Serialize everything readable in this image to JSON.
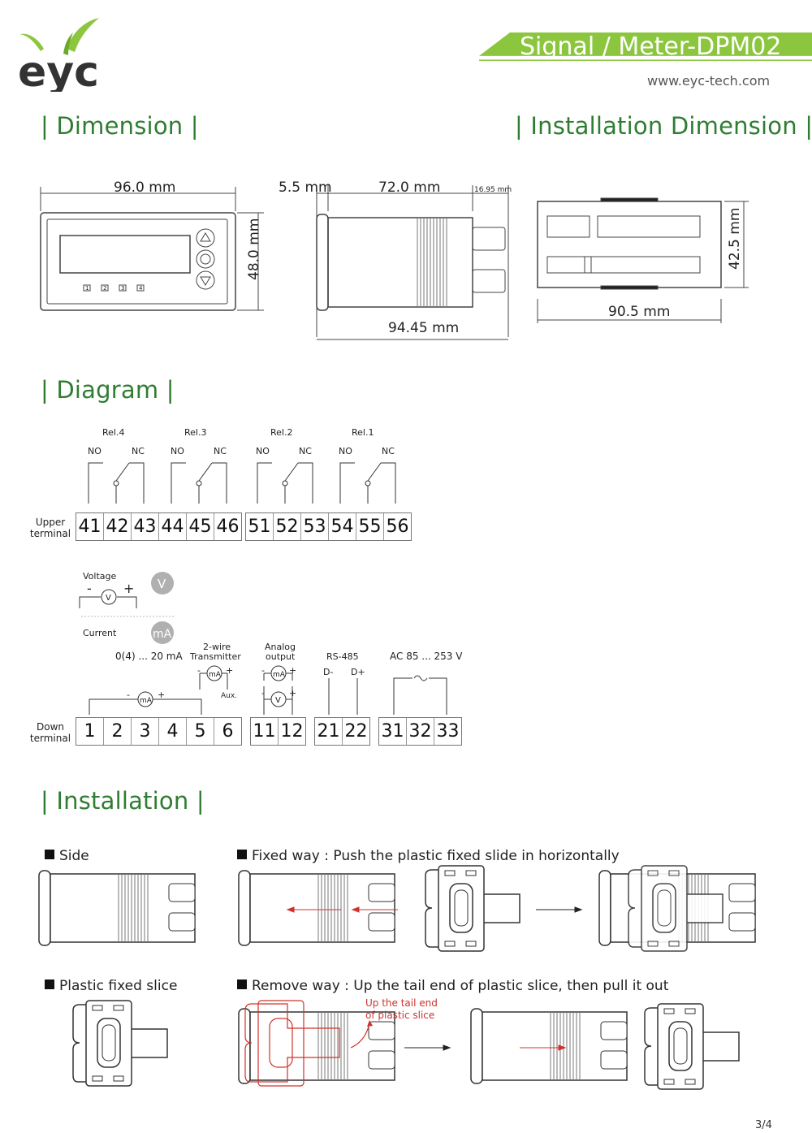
{
  "header": {
    "logo_text": "eyc",
    "title": "Signal / Meter-DPM02",
    "url": "www.eyc-tech.com",
    "colors": {
      "brand_green": "#2f7d32",
      "banner_green": "#8cc63f",
      "accent_red": "#d0312d"
    }
  },
  "sections": {
    "dimension": "| Dimension |",
    "installation_dimension": "| Installation Dimension |",
    "diagram": "| Diagram |",
    "installation": "| Installation |"
  },
  "dimension": {
    "front_width": "96.0 mm",
    "front_height": "48.0 mm",
    "side_bezel": "5.5 mm",
    "side_body": "72.0 mm",
    "side_terminal": "16.95 mm",
    "side_total": "94.45 mm",
    "cutout_width": "90.5 mm",
    "cutout_height": "42.5 mm",
    "front_leds": [
      "1",
      "2",
      "3",
      "4"
    ]
  },
  "diagram": {
    "relays": [
      {
        "name": "Rel.4",
        "no": "NO",
        "nc": "NC"
      },
      {
        "name": "Rel.3",
        "no": "NO",
        "nc": "NC"
      },
      {
        "name": "Rel.2",
        "no": "NO",
        "nc": "NC"
      },
      {
        "name": "Rel.1",
        "no": "NO",
        "nc": "NC"
      }
    ],
    "upper_label": [
      "Upper",
      "terminal"
    ],
    "upper_groups": [
      [
        "41",
        "42",
        "43",
        "44",
        "45",
        "46"
      ],
      [
        "51",
        "52",
        "53",
        "54",
        "55",
        "56"
      ]
    ],
    "down_label": [
      "Down",
      "terminal"
    ],
    "down_groups": [
      [
        "1",
        "2",
        "3",
        "4",
        "5",
        "6"
      ],
      [
        "11",
        "12"
      ],
      [
        "21",
        "22"
      ],
      [
        "31",
        "32",
        "33"
      ]
    ],
    "voltage_label": "Voltage",
    "voltage_badge": "V",
    "current_label": "Current",
    "current_badge": "mA",
    "current_range": "0(4) ... 20 mA",
    "transmitter_label": [
      "2-wire",
      "Transmitter"
    ],
    "aux_label": "Aux.",
    "analog_label": [
      "Analog",
      "output"
    ],
    "rs485_label": "RS-485",
    "rs485_pins": [
      "D-",
      "D+"
    ],
    "power_label": "AC 85 ... 253 V",
    "meter_v": "V",
    "meter_ma": "mA",
    "minus": "-",
    "plus": "+"
  },
  "installation": {
    "side": "Side",
    "fixed_way": "Fixed way : Push the plastic fixed slide in horizontally",
    "plastic_slice": "Plastic fixed slice",
    "remove_way": "Remove way : Up the tail end of plastic slice, then pull it out",
    "note": [
      "Up the tail end",
      "of plastic slice"
    ]
  },
  "footer": {
    "page": "3/4"
  }
}
